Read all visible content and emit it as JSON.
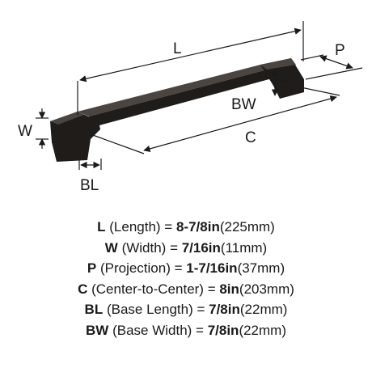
{
  "diagram": {
    "labels": {
      "length": "L",
      "projection": "P",
      "base_width": "BW",
      "width": "W",
      "center": "C",
      "base_length": "BL"
    }
  },
  "specs": [
    {
      "abbr": "L",
      "name": "(Length) = ",
      "imperial": "8-7/8in",
      "metric": "(225mm)"
    },
    {
      "abbr": "W",
      "name": "(Width) = ",
      "imperial": "7/16in",
      "metric": "(11mm)"
    },
    {
      "abbr": "P",
      "name": "(Projection) = ",
      "imperial": "1-7/16in",
      "metric": "(37mm)"
    },
    {
      "abbr": "C",
      "name": "(Center-to-Center) = ",
      "imperial": "8in",
      "metric": "(203mm)"
    },
    {
      "abbr": "BL",
      "name": "(Base Length) = ",
      "imperial": "7/8in",
      "metric": "(22mm)"
    },
    {
      "abbr": "BW",
      "name": "(Base Width) = ",
      "imperial": "7/8in",
      "metric": "(22mm)"
    }
  ],
  "colors": {
    "product": "#1f1c1a",
    "product_highlight": "#4a4540",
    "dimension_lines": "#1a1a1a"
  }
}
